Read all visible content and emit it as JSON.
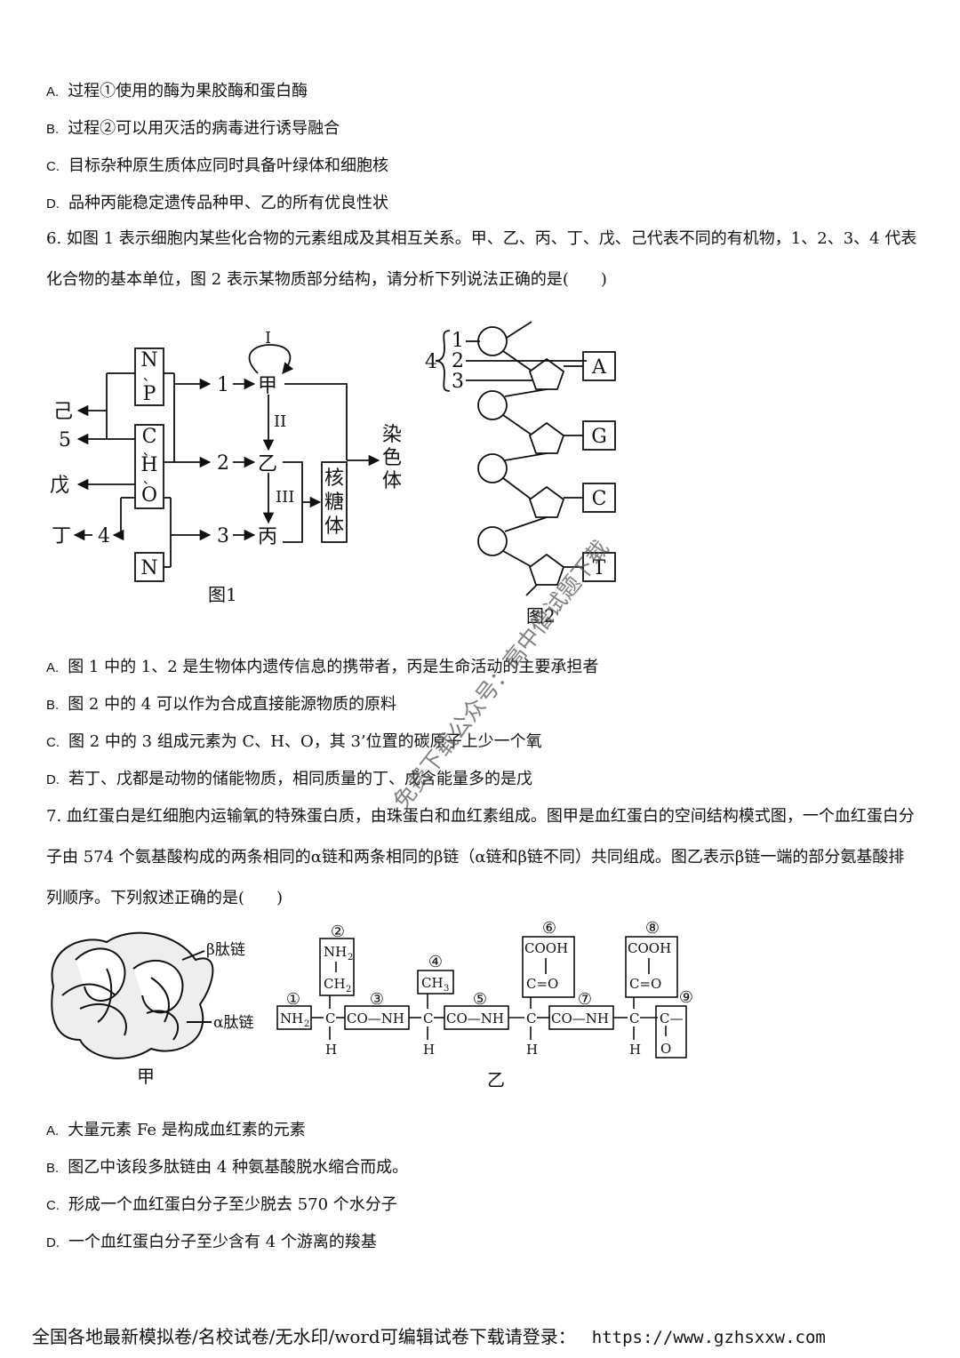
{
  "q5": {
    "options": [
      {
        "letter": "A.",
        "text": "过程①使用的酶为果胶酶和蛋白酶"
      },
      {
        "letter": "B.",
        "text": "过程②可以用灭活的病毒进行诱导融合"
      },
      {
        "letter": "C.",
        "text": "目标杂种原生质体应同时具备叶绿体和细胞核"
      },
      {
        "letter": "D.",
        "text": "品种丙能稳定遗传品种甲、乙的所有优良性状"
      }
    ]
  },
  "q6": {
    "stem": "6. 如图 1 表示细胞内某些化合物的元素组成及其相互关系。甲、乙、丙、丁、戊、己代表不同的有机物，1、2、3、4 代表化合物的基本单位，图 2 表示某物质部分结构，请分析下列说法正确的是(　　)",
    "fig1": {
      "caption": "图1",
      "box_np": [
        "N",
        "、",
        "P"
      ],
      "box_cho": [
        "C",
        "、",
        "H",
        "、",
        "O"
      ],
      "box_n": "N",
      "out_ji": "己",
      "out_5": "5",
      "out_wu": "戊",
      "out_ding": "丁",
      "out_4": "4",
      "n1": "1",
      "n2": "2",
      "n3": "3",
      "jia": "甲",
      "yi": "乙",
      "bing": "丙",
      "r1": "I",
      "r2": "II",
      "r3": "III",
      "ribosome": [
        "核",
        "糖",
        "体"
      ],
      "chromosome": [
        "染",
        "色",
        "体"
      ]
    },
    "fig2": {
      "caption": "图2",
      "brace_label": "4",
      "nums": [
        "1",
        "2",
        "3"
      ],
      "bases": [
        "A",
        "G",
        "C",
        "T"
      ]
    },
    "options": [
      {
        "letter": "A.",
        "text": "图 1 中的 1、2 是生物体内遗传信息的携带者，丙是生命活动的主要承担者"
      },
      {
        "letter": "B.",
        "text": "图 2 中的 4 可以作为合成直接能源物质的原料"
      },
      {
        "letter": "C.",
        "text": "图 2 中的 3 组成元素为 C、H、O，其 3’位置的碳原子上少一个氧"
      },
      {
        "letter": "D.",
        "text": "若丁、戊都是动物的储能物质，相同质量的丁、戊含能量多的是戊"
      }
    ]
  },
  "q7": {
    "stem": "7. 血红蛋白是红细胞内运输氧的特殊蛋白质，由珠蛋白和血红素组成。图甲是血红蛋白的空间结构模式图，一个血红蛋白分子由 574 个氨基酸构成的两条相同的α链和两条相同的β链（α链和β链不同）共同组成。图乙表示β链一端的部分氨基酸排列顺序。下列叙述正确的是(　　)",
    "fig_jia": {
      "caption": "甲",
      "beta": "β肽链",
      "alpha": "α肽链"
    },
    "fig_yi": {
      "caption": "乙",
      "circles": [
        "①",
        "②",
        "③",
        "④",
        "⑤",
        "⑥",
        "⑦",
        "⑧",
        "⑨"
      ],
      "nh2": "NH",
      "sub2": "2",
      "ch2": "CH",
      "ch3": "CH",
      "sub3": "3",
      "co_nh": "CO—NH",
      "c": "C",
      "h": "H",
      "cooh": "COOH",
      "c_eq_o": "C=O",
      "end_c": "C—",
      "end_o": "O"
    },
    "options": [
      {
        "letter": "A.",
        "text": "大量元素 Fe 是构成血红素的元素"
      },
      {
        "letter": "B.",
        "text": "图乙中该段多肽链由 4 种氨基酸脱水缩合而成。"
      },
      {
        "letter": "C.",
        "text": "形成一个血红蛋白分子至少脱去 570 个水分子"
      },
      {
        "letter": "D.",
        "text": "一个血红蛋白分子至少含有 4 个游离的羧基"
      }
    ]
  },
  "watermark": "免费下载公众号：高中僧试题下载",
  "footer": {
    "text": "全国各地最新模拟卷/名校试卷/无水印/word可编辑试卷下载请登录：",
    "url": "https://www.gzhsxxw.com"
  }
}
